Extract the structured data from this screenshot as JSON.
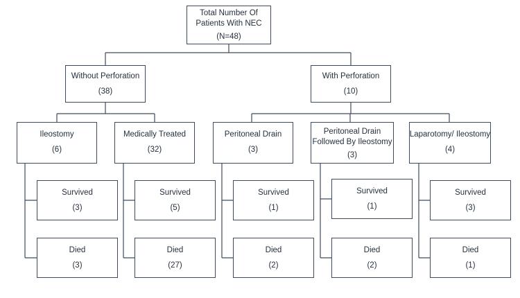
{
  "root": {
    "lines": [
      "Total Number Of",
      "Patients With NEC",
      "(N=48)"
    ]
  },
  "branches": [
    {
      "label": "Without Perforation",
      "count": "(38)",
      "groups": [
        {
          "lines": [
            "Ileostomy"
          ],
          "count": "(6)",
          "survived": "(3)",
          "died": "(3)"
        },
        {
          "lines": [
            "Medically Treated"
          ],
          "count": "(32)",
          "survived": "(5)",
          "died": "(27)"
        }
      ]
    },
    {
      "label": "With Perforation",
      "count": "(10)",
      "groups": [
        {
          "lines": [
            "Peritoneal Drain"
          ],
          "count": "(3)",
          "survived": "(1)",
          "died": "(2)"
        },
        {
          "lines": [
            "Peritoneal Drain",
            "Followed By Ileostomy"
          ],
          "count": "(3)",
          "survived": "(1)",
          "died": "(2)"
        },
        {
          "lines": [
            "Laparotomy/ Ileostomy"
          ],
          "count": "(4)",
          "survived": "(3)",
          "died": "(1)"
        }
      ]
    }
  ],
  "outcome_labels": {
    "survived": "Survived",
    "died": "Died"
  }
}
